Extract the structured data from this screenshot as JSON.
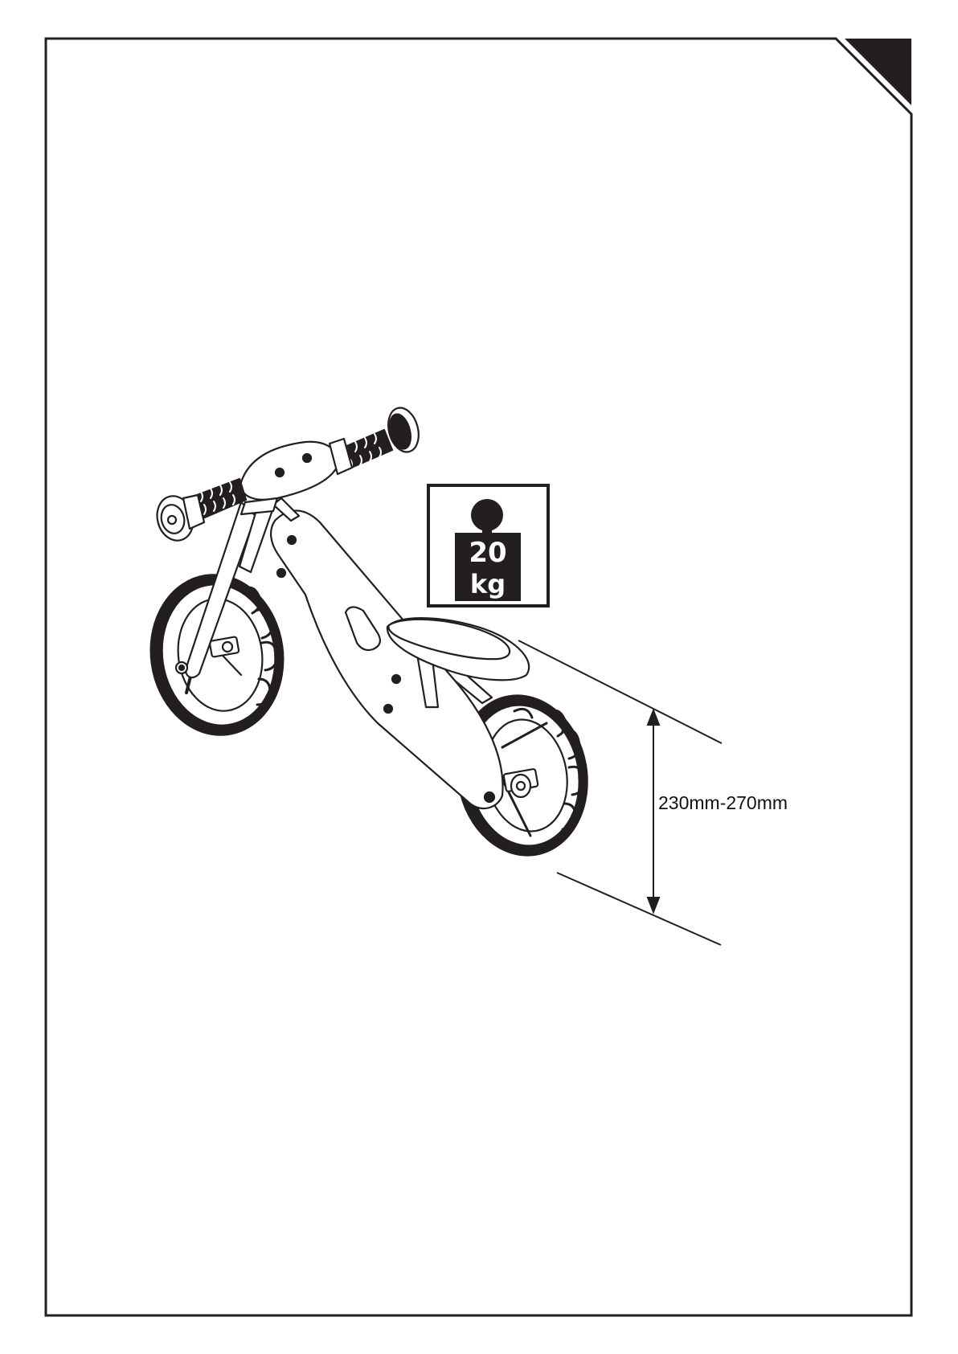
{
  "weight_limit": {
    "value": "20",
    "unit": "kg",
    "icon": "weight-icon"
  },
  "seat_height": {
    "label": "230mm-270mm"
  },
  "colors": {
    "ink": "#231f20",
    "paper": "#ffffff"
  }
}
